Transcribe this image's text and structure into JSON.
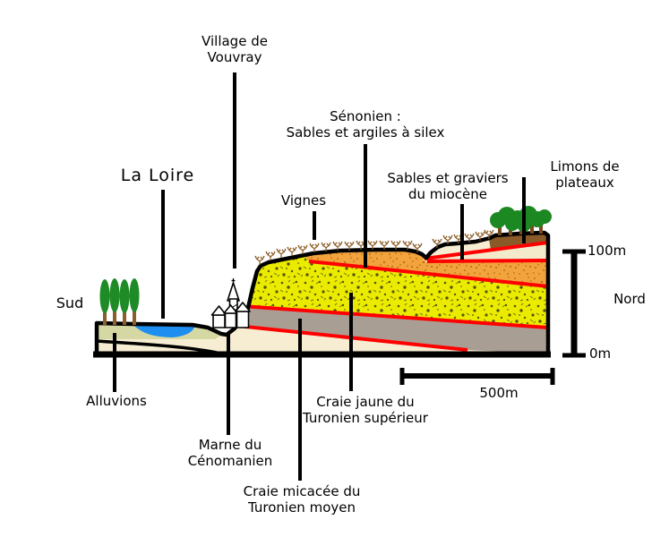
{
  "figure": {
    "type": "geological cross-section",
    "location": "Vouvray, vallée de la Loire",
    "orientation_left": "Sud",
    "orientation_right": "Nord"
  },
  "labels": {
    "village": "Village de\nVouvray",
    "senonien": "Sénonien :\nSables et argiles à silex",
    "la_loire": "La Loire",
    "vignes": "Vignes",
    "miocene": "Sables et graviers\ndu miocène",
    "limons": "Limons de plateaux",
    "sud": "Sud",
    "nord": "Nord",
    "alluvions": "Alluvions",
    "marne": "Marne du\nCénomanien",
    "craie_jaune": "Craie jaune du\nTuronien supérieur",
    "craie_micacee": "Craie micacée du\nTuronien moyen",
    "scale_100m": "100m",
    "scale_0m": "0m",
    "scale_500m": "500m"
  },
  "layers_top_to_bottom": [
    {
      "name": "Limons de plateaux",
      "color": "#8a5a28"
    },
    {
      "name": "Sables et graviers du miocène",
      "color": "#f3eacb"
    },
    {
      "name": "Sénonien : Sables et argiles à silex",
      "color": "#f2a33c"
    },
    {
      "name": "Craie jaune du Turonien supérieur",
      "color": "#ebeb00"
    },
    {
      "name": "Craie micacée du Turonien moyen",
      "color": "#a99e94"
    },
    {
      "name": "Marne du Cénomanien",
      "color": "#f6edd2"
    },
    {
      "name": "Alluvions",
      "color": "#d5d8a3"
    }
  ],
  "colors": {
    "background": "#ffffff",
    "outline_black": "#000000",
    "boundary_red": "#ff0000",
    "river_blue": "#1e8ff0",
    "alluvium": "#d5d8a3",
    "marne_cream": "#f6edd2",
    "miocene_cream": "#f3eacb",
    "senonien_orange": "#f2a33c",
    "craie_jaune": "#ebeb00",
    "craie_micacee": "#a99e94",
    "limons_brown": "#8a5a28",
    "tree_green": "#1e8b26",
    "forest_green": "#1c8822",
    "trunk_brown": "#8b5e2b",
    "vine_brown": "#8a5a22"
  }
}
